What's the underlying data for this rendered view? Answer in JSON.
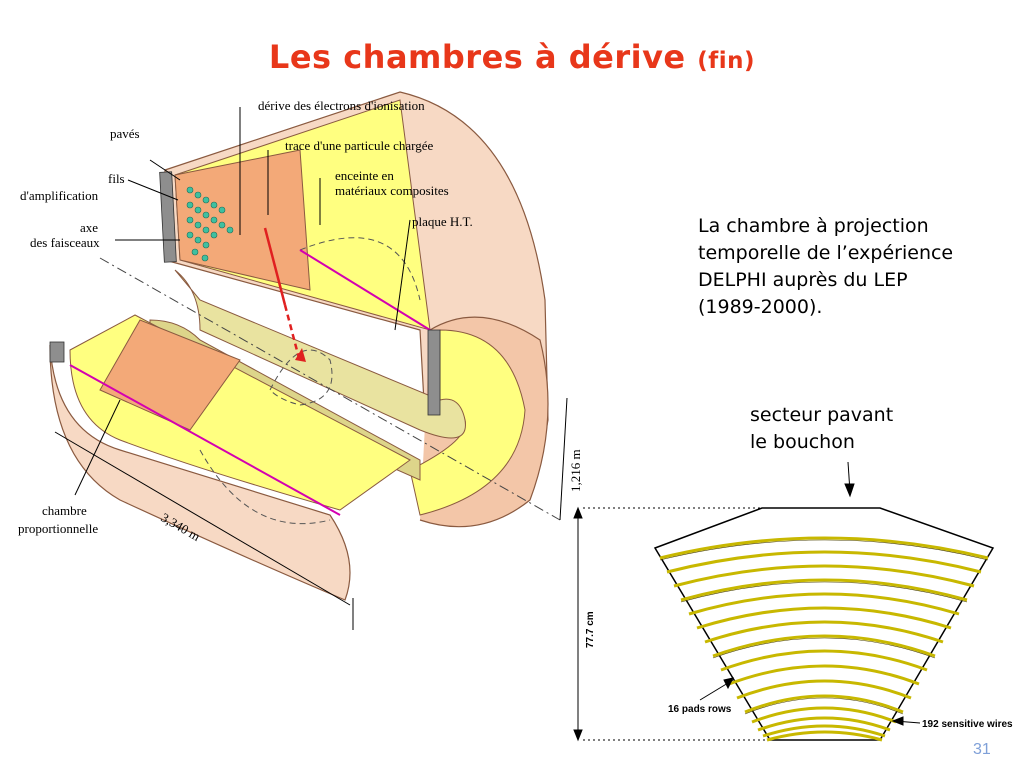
{
  "title": {
    "main": "Les chambres à dérive",
    "suffix": "(fin)"
  },
  "description": [
    "La chambre à projection",
    "temporelle de l’expérience",
    "DELPHI auprès du LEP",
    "(1989-2000)."
  ],
  "secteur_label": [
    "secteur pavant",
    "le bouchon"
  ],
  "tpc_labels": {
    "derive": "dérive des électrons d'ionisation",
    "paves": "pavés",
    "trace": "trace d'une particule chargée",
    "fils1": "fils",
    "fils2": "d'amplification",
    "enceinte1": "enceinte en",
    "enceinte2": "matériaux composites",
    "axe1": "axe",
    "axe2": "des faisceaux",
    "plaque": "plaque H.T.",
    "chambre1": "chambre",
    "chambre2": "proportionnelle",
    "length": "3,340 m",
    "radius": "1,216 m"
  },
  "sector_labels": {
    "height": "77.7 cm",
    "pads": "16 pads rows",
    "wires": "192 sensitive wires"
  },
  "page_number": "31",
  "colors": {
    "title": "#e8371a",
    "shell": "#f7d9c4",
    "yellow": "#ffff80",
    "orange": "#f3a978",
    "wire": "#d4c400"
  }
}
